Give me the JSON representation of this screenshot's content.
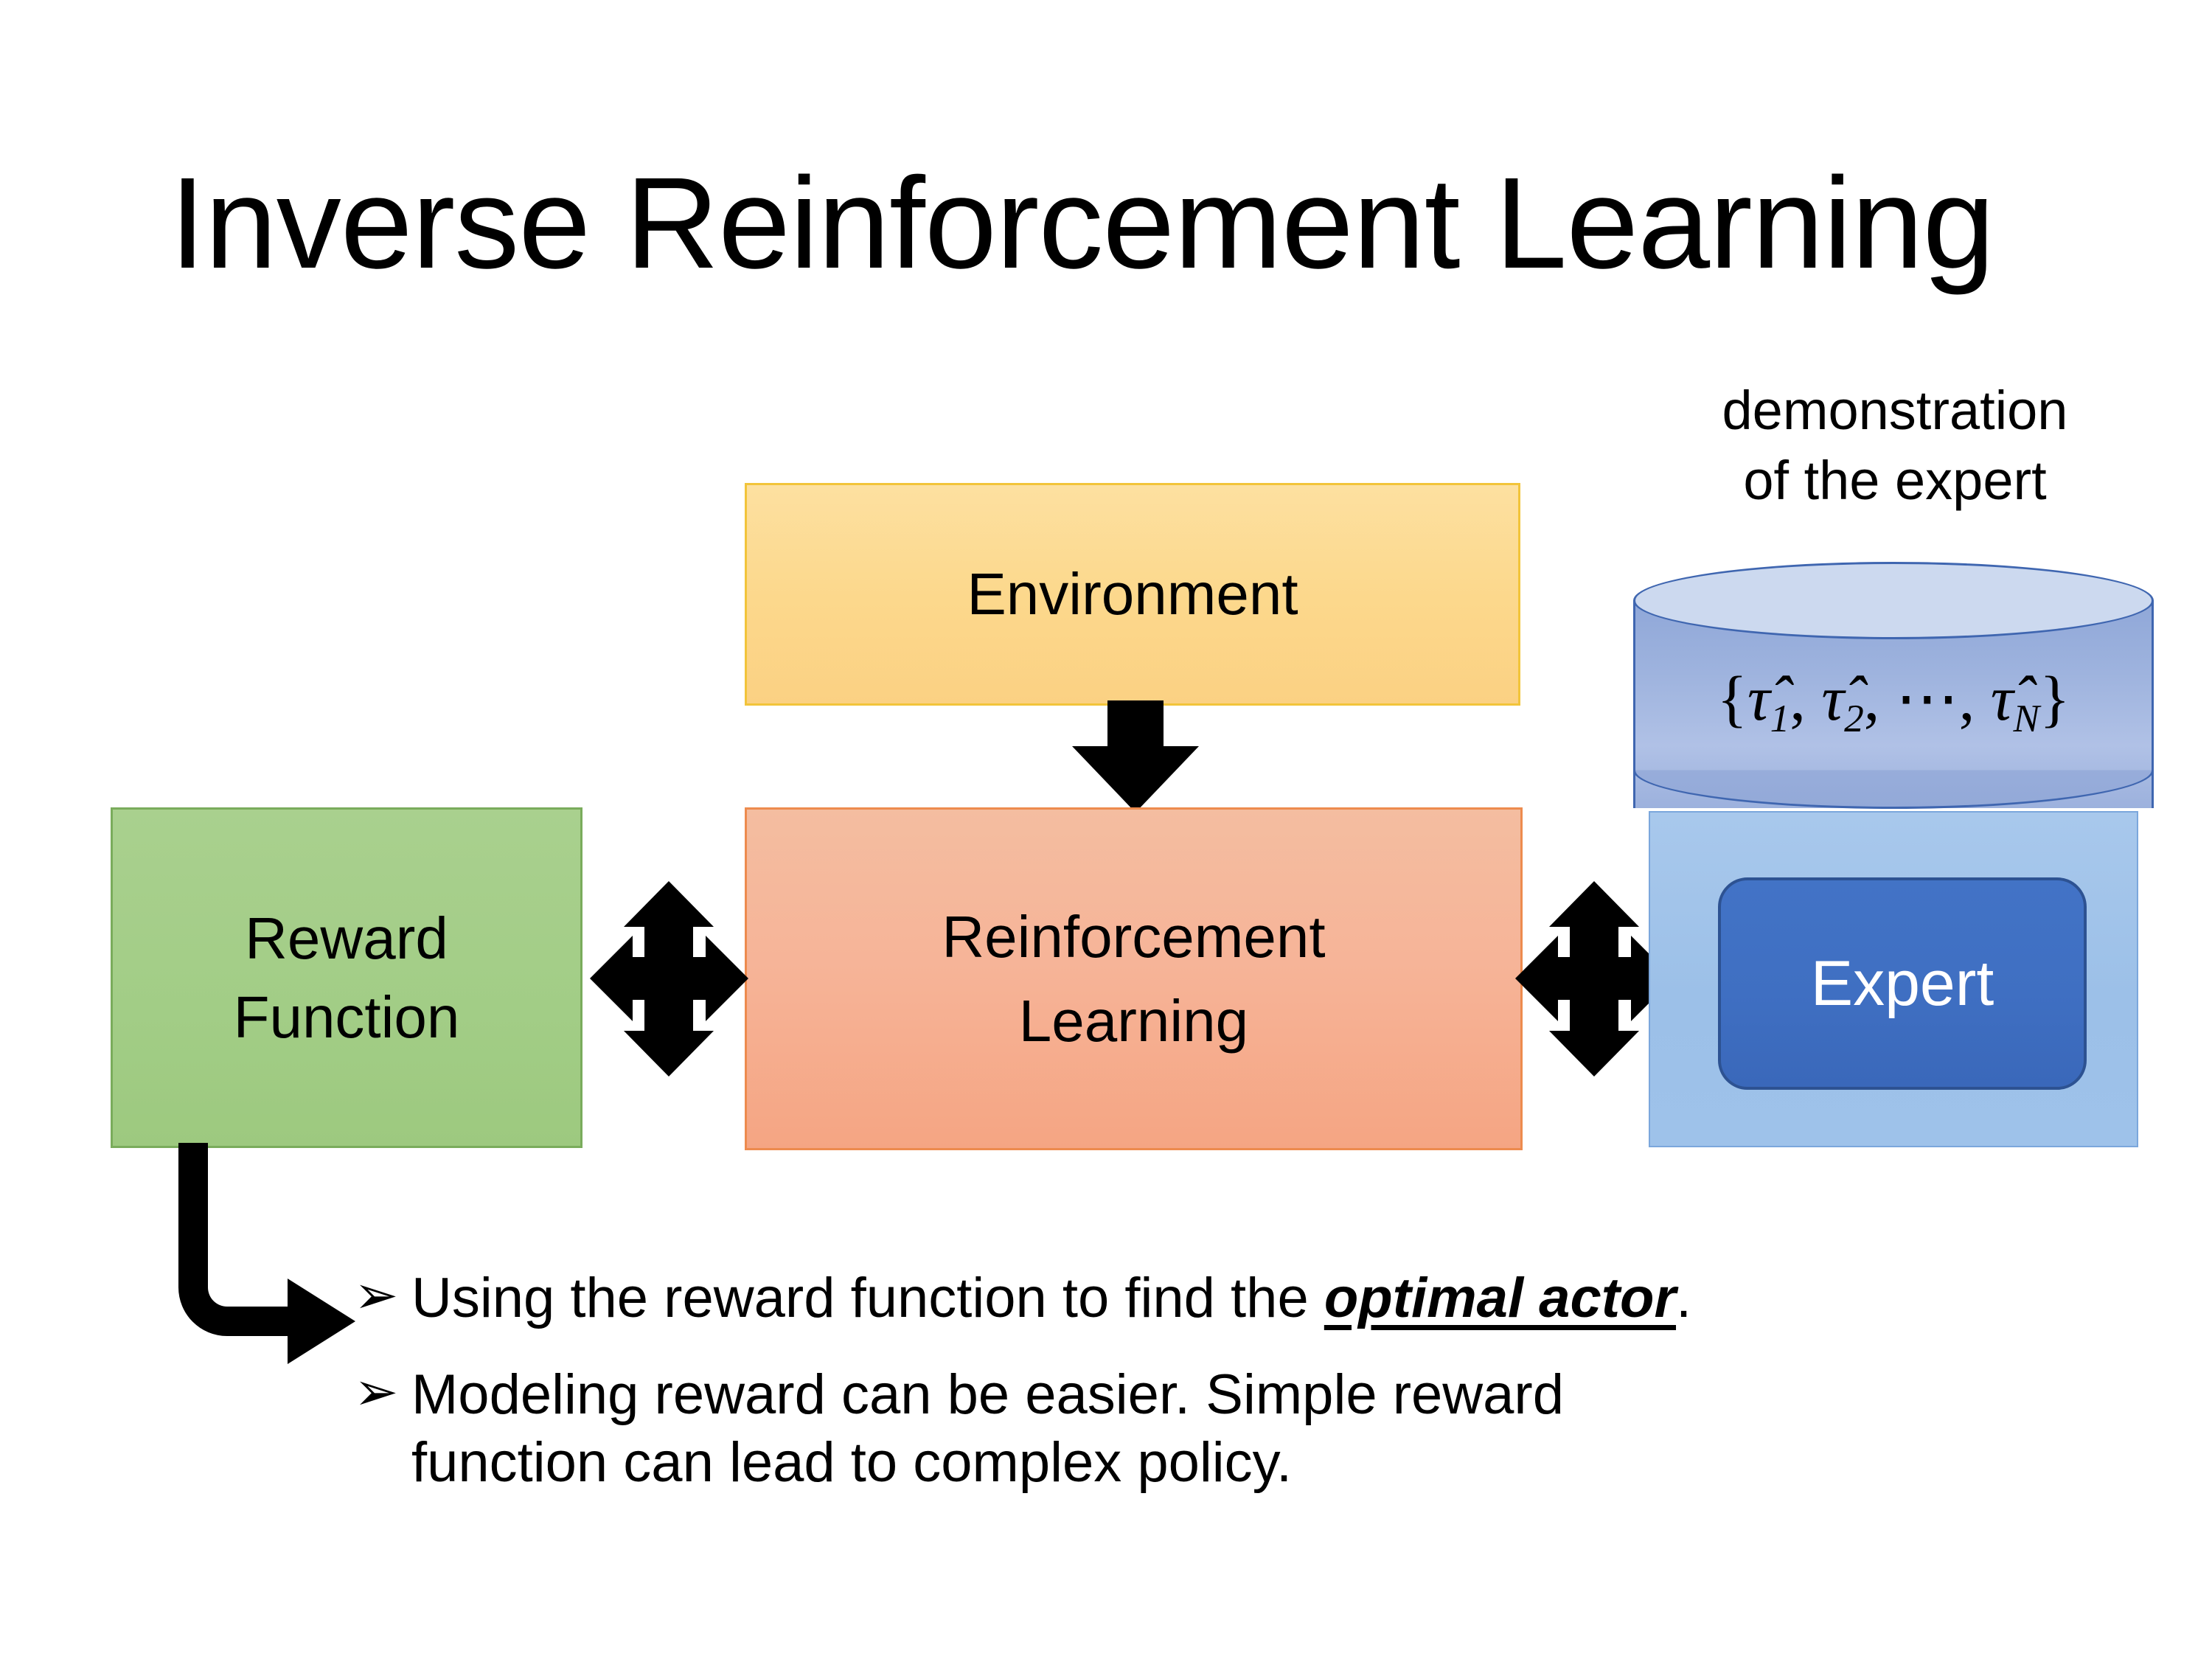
{
  "slide": {
    "title": "Inverse Reinforcement Learning",
    "background_color": "#ffffff"
  },
  "diagram": {
    "environment_box": {
      "label": "Environment",
      "fill_color": "#fcd88c",
      "border_color": "#f2c43a"
    },
    "reward_box": {
      "label_line1": "Reward",
      "label_line2": "Function",
      "fill_color": "#a9d08e",
      "border_color": "#7aac5c"
    },
    "rl_box": {
      "label_line1": "Reinforcement",
      "label_line2": "Learning",
      "fill_color": "#f5ab8b",
      "border_color": "#ed8b4e"
    },
    "expert_container": {
      "fill_color": "#9cc0e8",
      "border_color": "#7ba7dc"
    },
    "expert_box": {
      "label": "Expert",
      "fill_color": "#3f6fc2",
      "border_color": "#2d5292",
      "text_color": "#ffffff"
    },
    "demonstration": {
      "caption_line1": "demonstration",
      "caption_line2": "of the expert",
      "cylinder_formula": {
        "open_brace": "{",
        "items": [
          {
            "symbol": "τ̂",
            "subscript": "1"
          },
          {
            "symbol": "τ̂",
            "subscript": "2"
          },
          {
            "symbol": "⋯",
            "subscript": ""
          },
          {
            "symbol": "τ̂",
            "subscript": "N"
          }
        ],
        "separator": ", ",
        "close_brace": "}",
        "plain_text": "{τ̂1, τ̂2, ⋯, τ̂N}"
      },
      "cylinder_top_color": "#ccd9ef",
      "cylinder_body_color": "#9eb3de",
      "cylinder_border_color": "#3f66b0"
    },
    "arrows": {
      "environment_to_rl": "down-arrow",
      "reward_to_rl": "four-way-double-arrow",
      "rl_to_expert": "four-way-double-arrow",
      "reward_to_bullets": "elbow-arrow-down-right",
      "color": "#000000"
    }
  },
  "bullets": [
    {
      "marker": "➢",
      "prefix": "Using the reward function to find the ",
      "emphasis": "optimal actor",
      "suffix": ".",
      "line2": ""
    },
    {
      "marker": "➢",
      "prefix": "Modeling reward can be easier. Simple reward",
      "emphasis": "",
      "suffix": "",
      "line2": "function can lead to complex policy."
    }
  ]
}
